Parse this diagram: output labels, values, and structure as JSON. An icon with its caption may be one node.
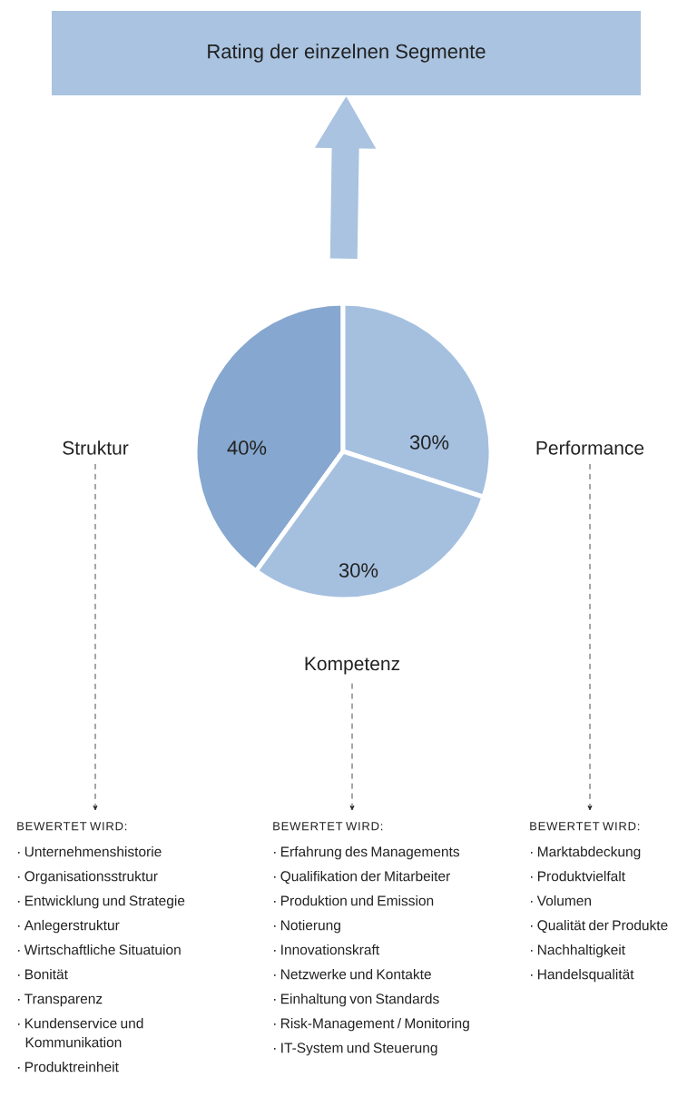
{
  "diagram": {
    "nodes": [
      {
        "text": [
          "Rating der einzelnen Segmente"
        ]
      },
      {
        "text": [],
        "shape": "circle"
      },
      {
        "text": [
          "40%"
        ],
        "in": 1
      },
      {
        "text": [
          "30%"
        ],
        "in": 1
      },
      {
        "text": [
          "30%"
        ],
        "in": 1
      },
      {
        "text": [
          "Struktur"
        ]
      },
      {
        "text": [
          "Performance"
        ]
      },
      {
        "text": [
          "Kompetenz"
        ]
      },
      {
        "text": [
          "BEWERTET WIRD:",
          "· Unternehmenshistorie",
          "· Organisationsstruktur",
          "· Entwicklung und Strategie",
          "· Anlegerstruktur",
          "· Wirtschaftliche Situatuion",
          "· Bonität",
          "· Transparenz",
          "· Kundenservice und Kommunikation",
          "· Produktreinheit"
        ]
      },
      {
        "text": [
          "BEWERTET WIRD:",
          "· Erfahrung des Managements",
          "· Qualifikation der Mitarbeiter",
          "· Produktion und Emission",
          "· Notierung",
          "· Innovationskraft",
          "· Netzwerke und Kontakte",
          "· Einhaltung von Standards",
          "· Risk-Management / Monitoring",
          "· IT-System und Steuerung"
        ]
      },
      {
        "text": [
          "BEWERTET WIRD:",
          "· Marktabdeckung",
          "· Produktvielfalt",
          "· Volumen",
          "· Qualität der Produkte",
          "· Nachhaltigkeit",
          "· Handelsqualität"
        ]
      }
    ],
    "edges": [
      {
        "from": 1,
        "to": 0,
        "arrow": "to",
        "style": "thick",
        "color": "#a9c3e0"
      },
      {
        "from": 5,
        "to": 8,
        "arrow": "to",
        "style": "dashed"
      },
      {
        "from": 7,
        "to": 9,
        "arrow": "to",
        "style": "dashed"
      },
      {
        "from": 6,
        "to": 10,
        "arrow": "to",
        "style": "dashed"
      }
    ]
  }
}
